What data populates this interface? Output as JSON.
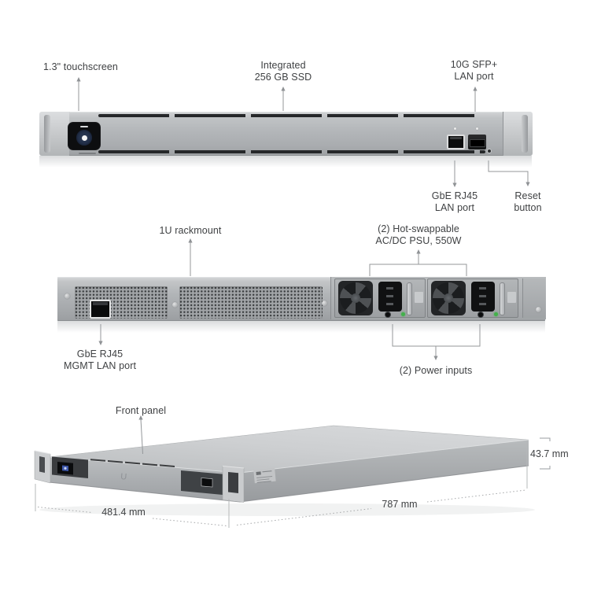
{
  "labels": {
    "touchscreen": {
      "text": "1.3\" touchscreen"
    },
    "ssd": {
      "line1": "Integrated",
      "line2": "256 GB SSD"
    },
    "sfp": {
      "line1": "10G SFP+",
      "line2": "LAN port"
    },
    "rj45_lan": {
      "line1": "GbE RJ45",
      "line2": "LAN port"
    },
    "reset": {
      "line1": "Reset",
      "line2": "button"
    },
    "rackmount": {
      "text": "1U rackmount"
    },
    "psu": {
      "line1": "(2) Hot-swappable",
      "line2": "AC/DC PSU, 550W"
    },
    "mgmt": {
      "line1": "GbE RJ45",
      "line2": "MGMT LAN port"
    },
    "power_inputs": {
      "text": "(2) Power inputs"
    },
    "front_panel": {
      "text": "Front panel"
    }
  },
  "dimensions": {
    "height": "43.7 mm",
    "depth": "787 mm",
    "width": "481.4 mm"
  },
  "device": {
    "logo_glyph": "U"
  },
  "colors": {
    "chassis_gray": "#b3b6b9",
    "vent_dark": "#26282a",
    "led_green": "#43b14b",
    "screen_accent_blue": "#3d57a8",
    "label_text": "#3f4143",
    "leader_line": "#94979a"
  }
}
